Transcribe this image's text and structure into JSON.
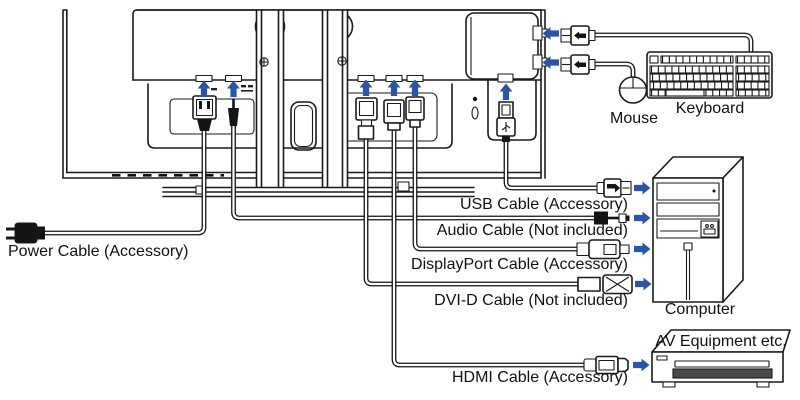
{
  "diagram": {
    "cables": [
      {
        "id": "power",
        "label": "Power Cable (Accessory)"
      },
      {
        "id": "usb",
        "label": "USB Cable (Accessory)"
      },
      {
        "id": "audio",
        "label": "Audio Cable (Not included)"
      },
      {
        "id": "displayport",
        "label": "DisplayPort Cable (Accessory)"
      },
      {
        "id": "dvi",
        "label": "DVI-D Cable (Not included)"
      },
      {
        "id": "hdmi",
        "label": "HDMI Cable (Accessory)"
      }
    ],
    "devices": [
      {
        "id": "mouse",
        "label": "Mouse"
      },
      {
        "id": "keyboard",
        "label": "Keyboard"
      },
      {
        "id": "computer",
        "label": "Computer"
      },
      {
        "id": "av",
        "label": "AV Equipment etc."
      }
    ],
    "colors": {
      "arrow_blue": "#2a56a8",
      "line": "#1a1a1a",
      "av_slot_dark": "#4a4a4a"
    }
  }
}
